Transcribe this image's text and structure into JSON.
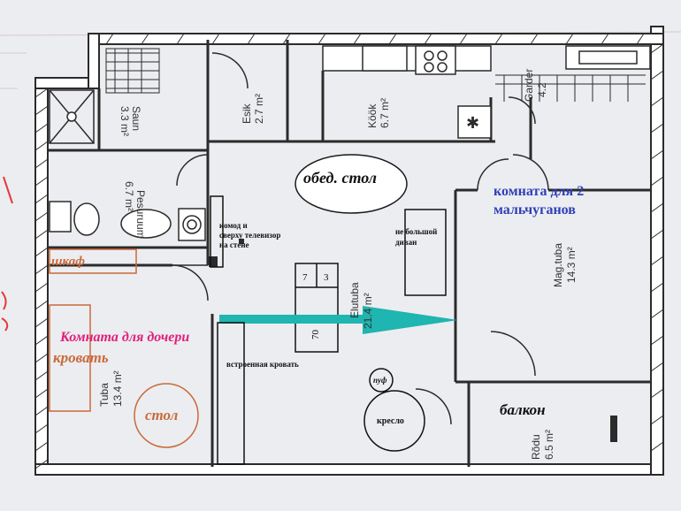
{
  "colors": {
    "paper": "#ecedf1",
    "wall": "#2b2b2b",
    "daughter_room": "#e0207a",
    "boys_room": "#2f3fb8",
    "furniture_orange": "#c96a3a",
    "arrow": "#1fb5b0",
    "margin_red": "#e23a3a"
  },
  "rooms": {
    "saun": {
      "name": "Saun",
      "area": "3.3 m²"
    },
    "esik": {
      "name": "Esik",
      "area": "2.7 m²"
    },
    "kook": {
      "name": "Köök",
      "area": "6.7 m²"
    },
    "garder": {
      "name": "Garder",
      "area": "4.2"
    },
    "wc": {
      "name": "Pesuruum",
      "area": "6.7 m²"
    },
    "mag": {
      "name": "Mag.tuba",
      "area": "14.3 m²"
    },
    "elutuba": {
      "name": "Elutuba",
      "area": "21.4 m²"
    },
    "tuba": {
      "name": "Tuba",
      "area": "13.4 m²"
    },
    "rodu": {
      "name": "Rõdu",
      "area": "6.5 m²"
    }
  },
  "annotations": {
    "dining_table": "обед. стол",
    "boys_room_line1": "комната для 2",
    "boys_room_line2": "мальчуганов",
    "dresser_line1": "комод и",
    "dresser_line2": "сверху телевизор",
    "dresser_line3": "на стене",
    "small_sofa_line1": "не большой",
    "small_sofa_line2": "диван",
    "wardrobe": "шкаф",
    "daughter_room": "Комната для дочери",
    "bed": "кровать",
    "built_in_bed": "встроенная кровать",
    "pouf": "пуф",
    "armchair": "кресло",
    "table": "стол",
    "balcony": "балкон"
  },
  "table_marks": {
    "top_left": "7",
    "top_right": "3",
    "bottom": "70"
  }
}
